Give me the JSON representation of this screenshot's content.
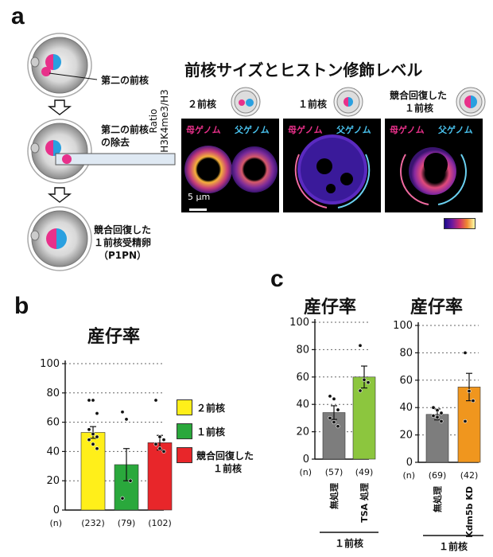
{
  "panel_a": {
    "letter": "a",
    "title": "前核サイズとヒストン修飾レベル",
    "schematic": {
      "step1_label": "第二の前核",
      "step2_label_line1": "第二の前核",
      "step2_label_line2": "の除去",
      "step3_label_line1": "競合回復した",
      "step3_label_line2": "１前核受精卵",
      "step3_label_line3": "（P1PN）"
    },
    "y_axis_line1": "Ratio",
    "y_axis_line2": "H3K4me3/H3",
    "scale_bar": "5 μm",
    "columns": [
      {
        "label": "２前核"
      },
      {
        "label": "１前核"
      },
      {
        "label_line1": "競合回復した",
        "label_line2": "１前核"
      }
    ],
    "maternal": "母ゲノム",
    "paternal": "父ゲノム"
  },
  "panel_b": {
    "letter": "b",
    "title": "産仔率",
    "n_label": "(n)",
    "legend": [
      {
        "label": "２前核",
        "color": "#ffef1a"
      },
      {
        "label": "１前核",
        "color": "#2aa83c"
      },
      {
        "label_line1": "競合回復した",
        "label_line2": "１前核",
        "color": "#e8262a"
      }
    ]
  },
  "panel_c": {
    "letter": "c",
    "title_left": "産仔率",
    "title_right": "産仔率",
    "n_label": "(n)",
    "group_label_left": "１前核",
    "group_label_right": "１前核"
  },
  "chart_data": [
    {
      "type": "bar",
      "title": "産仔率",
      "categories": [
        "２前核",
        "１前核",
        "競合回復した１前核"
      ],
      "n": [
        "(232)",
        "(79)",
        "(102)"
      ],
      "values": [
        53,
        31,
        46
      ],
      "errors": [
        4,
        11,
        5
      ],
      "colors": [
        "#ffef1a",
        "#2aa83c",
        "#e8262a"
      ],
      "points": [
        [
          75,
          75,
          66,
          55,
          52,
          50,
          48,
          45,
          42
        ],
        [
          67,
          62,
          20,
          8
        ],
        [
          75,
          50,
          48,
          45,
          42,
          40
        ]
      ],
      "ylim": [
        0,
        100
      ],
      "yticks": [
        0,
        20,
        40,
        60,
        80,
        100
      ],
      "grid": true
    },
    {
      "type": "bar",
      "title": "産仔率",
      "categories": [
        "無処理",
        "TSA 処理"
      ],
      "n": [
        "(57)",
        "(49)"
      ],
      "values": [
        34,
        60
      ],
      "errors": [
        5,
        8
      ],
      "colors": [
        "#7d7d7d",
        "#8cc63e"
      ],
      "points": [
        [
          46,
          44,
          36,
          30,
          27,
          24
        ],
        [
          83,
          58,
          56,
          50
        ]
      ],
      "ylim": [
        0,
        100
      ],
      "yticks": [
        0,
        20,
        40,
        60,
        80,
        100
      ],
      "grid": true
    },
    {
      "type": "bar",
      "title": "産仔率",
      "categories": [
        "無処理",
        "Kdm5b KD"
      ],
      "n": [
        "(69)",
        "(42)"
      ],
      "values": [
        35,
        55
      ],
      "errors": [
        4,
        10
      ],
      "colors": [
        "#7d7d7d",
        "#f0961e"
      ],
      "points": [
        [
          40,
          38,
          36,
          34,
          33,
          30
        ],
        [
          80,
          52,
          45,
          30
        ]
      ],
      "ylim": [
        0,
        100
      ],
      "yticks": [
        0,
        20,
        40,
        60,
        80,
        100
      ],
      "grid": true
    }
  ]
}
